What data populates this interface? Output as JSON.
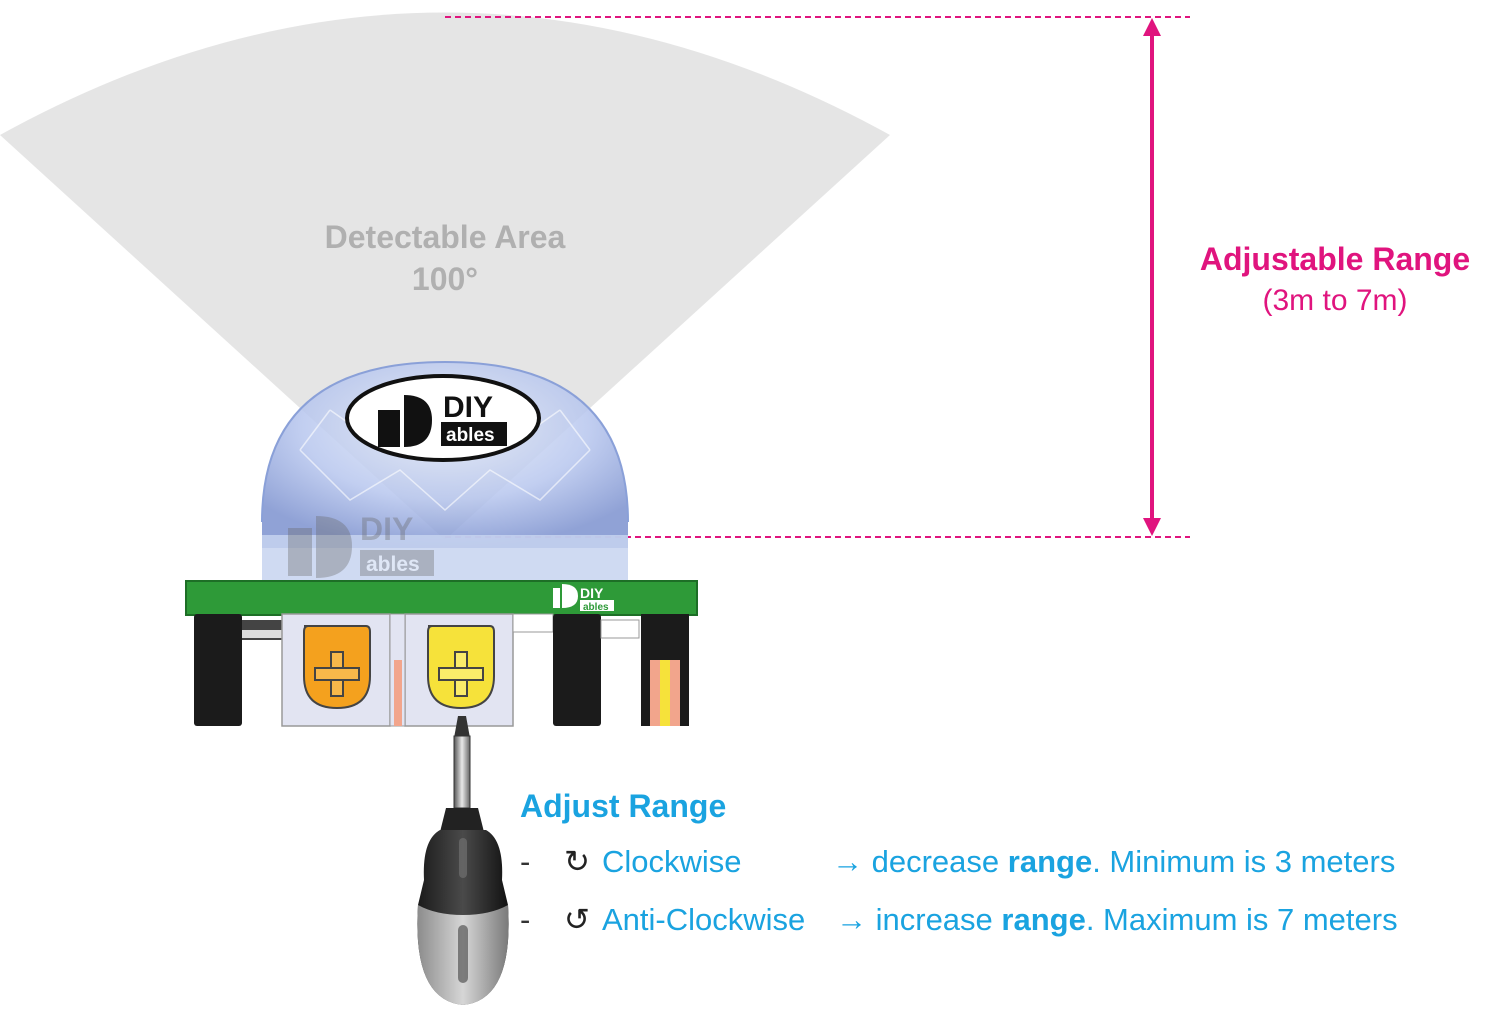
{
  "detectable": {
    "title": "Detectable Area",
    "angle": "100°"
  },
  "range": {
    "title": "Adjustable Range",
    "subtitle": "(3m to 7m)"
  },
  "logo": {
    "brand_top": "DIY",
    "brand_bottom": "ables"
  },
  "adjust": {
    "title": "Adjust Range",
    "rows": [
      {
        "dash": "-",
        "rotation_symbol": "↻",
        "direction": "Clockwise",
        "effect_pre": "→ decrease ",
        "effect_bold": "range",
        "effect_post": ". Minimum  is 3 meters"
      },
      {
        "dash": "-",
        "rotation_symbol": "↺",
        "direction": "Anti-Clockwise",
        "effect_pre": "→ increase  ",
        "effect_bold": "range",
        "effect_post": ". Maximum is 7 meters"
      }
    ]
  },
  "colors": {
    "accent_pink": "#e0147e",
    "accent_blue": "#1aa3e0",
    "pcb_green": "#2e9a38",
    "cone_gray": "#e4e4e4",
    "dome_blue": "#9fb3e3",
    "pot_orange": "#f4a11e",
    "pot_yellow": "#f6e23a"
  }
}
